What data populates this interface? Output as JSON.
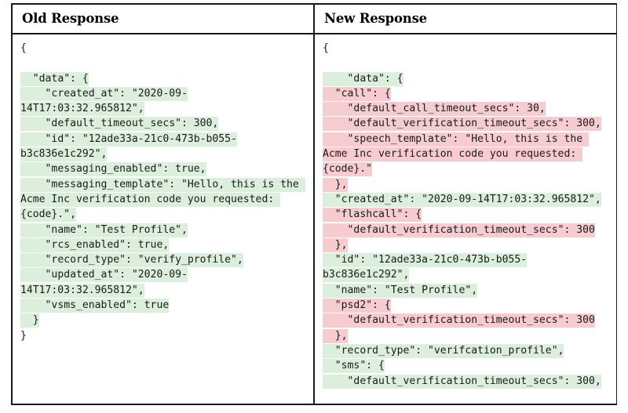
{
  "table": {
    "columns": [
      {
        "header": "Old Response"
      },
      {
        "header": "New Response"
      }
    ]
  },
  "legend": {
    "added_color": "#dcefdc",
    "changed_color": "#f6ccd0",
    "text_color": "#1a1a1a",
    "border_color": "#1a1a1a"
  },
  "old_response": {
    "title": "Old Response",
    "lines": [
      {
        "text": "{",
        "highlight": "none"
      },
      {
        "text": "",
        "highlight": "none"
      },
      {
        "text": "  \"data\": {",
        "highlight": "add"
      },
      {
        "text": "    \"created_at\": \"2020-09-14T17:03:32.965812\",",
        "highlight": "add"
      },
      {
        "text": "    \"default_timeout_secs\": 300,",
        "highlight": "add"
      },
      {
        "text": "    \"id\": \"12ade33a-21c0-473b-b055-b3c836e1c292\",",
        "highlight": "add"
      },
      {
        "text": "    \"messaging_enabled\": true,",
        "highlight": "add"
      },
      {
        "text": "    \"messaging_template\": \"Hello, this is the Acme Inc verification code you requested: {code}.\",",
        "highlight": "add"
      },
      {
        "text": "    \"name\": \"Test Profile\",",
        "highlight": "add"
      },
      {
        "text": "    \"rcs_enabled\": true,",
        "highlight": "add"
      },
      {
        "text": "    \"record_type\": \"verify_profile\",",
        "highlight": "add"
      },
      {
        "text": "    \"updated_at\": \"2020-09-14T17:03:32.965812\",",
        "highlight": "add"
      },
      {
        "text": "    \"vsms_enabled\": true",
        "highlight": "add"
      },
      {
        "text": "  }",
        "highlight": "add"
      },
      {
        "text": "}",
        "highlight": "none"
      }
    ]
  },
  "new_response": {
    "title": "New Response",
    "lines": [
      {
        "text": "{",
        "highlight": "none"
      },
      {
        "text": "",
        "highlight": "none"
      },
      {
        "text": "    \"data\": {",
        "highlight": "add"
      },
      {
        "text": "  \"call\": {",
        "highlight": "chg"
      },
      {
        "text": "    \"default_call_timeout_secs\": 30,",
        "highlight": "chg"
      },
      {
        "text": "    \"default_verification_timeout_secs\": 300,",
        "highlight": "chg"
      },
      {
        "text": "    \"speech_template\": \"Hello, this is the Acme Inc verification code you requested: {code}.\"",
        "highlight": "chg"
      },
      {
        "text": "  },",
        "highlight": "chg"
      },
      {
        "text": "  \"created_at\": \"2020-09-14T17:03:32.965812\",",
        "highlight": "add"
      },
      {
        "text": "  \"flashcall\": {",
        "highlight": "chg"
      },
      {
        "text": "    \"default_verification_timeout_secs\": 300",
        "highlight": "chg"
      },
      {
        "text": "  },",
        "highlight": "chg"
      },
      {
        "text": "  \"id\": \"12ade33a-21c0-473b-b055-b3c836e1c292\",",
        "highlight": "add"
      },
      {
        "text": "  \"name\": \"Test Profile\",",
        "highlight": "add"
      },
      {
        "text": "  \"psd2\": {",
        "highlight": "chg"
      },
      {
        "text": "    \"default_verification_timeout_secs\": 300",
        "highlight": "chg"
      },
      {
        "text": "  },",
        "highlight": "chg"
      },
      {
        "text": "  \"record_type\": \"verifcation_profile\",",
        "highlight": "add"
      },
      {
        "text": "  \"sms\": {",
        "highlight": "add"
      },
      {
        "text": "    \"default_verification_timeout_secs\": 300,",
        "highlight": "add"
      }
    ]
  }
}
